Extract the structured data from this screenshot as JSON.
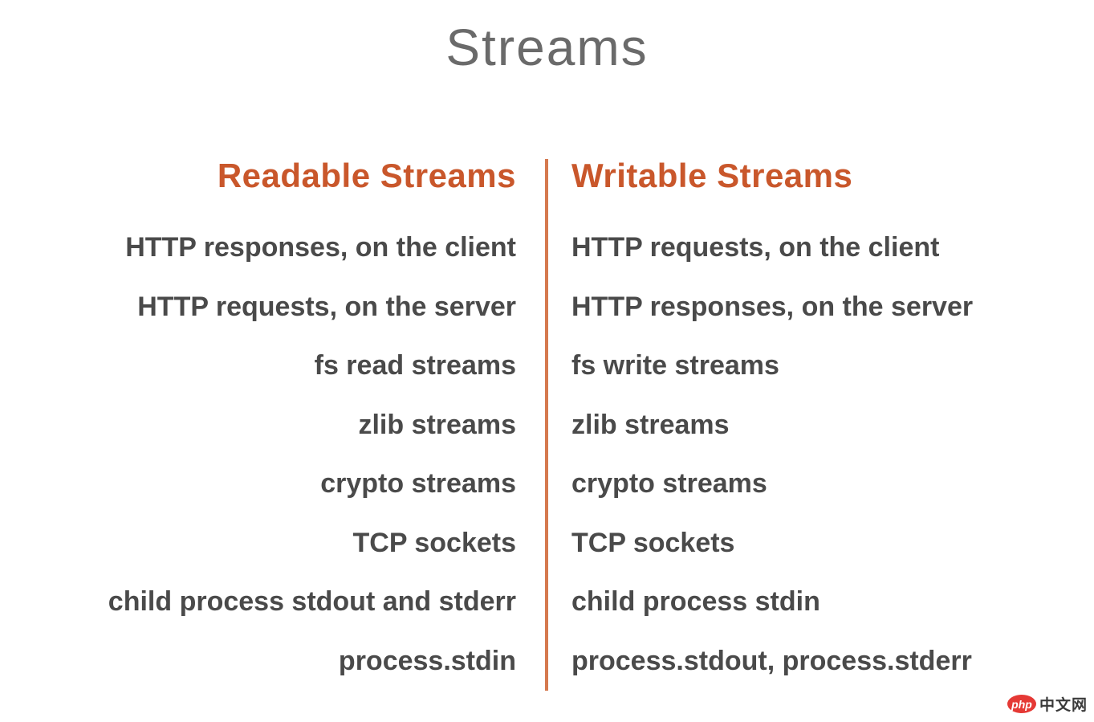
{
  "title": "Streams",
  "colors": {
    "header-color": "#c9572b",
    "divider-color": "#d5794f",
    "title-color": "#6a6a6a",
    "item-color": "#4a4a4a",
    "badge-color": "#e53935"
  },
  "columns": [
    {
      "header": "Readable Streams",
      "items": [
        "HTTP responses, on the client",
        "HTTP requests, on the server",
        "fs read streams",
        "zlib streams",
        "crypto streams",
        "TCP sockets",
        "child process stdout and stderr",
        "process.stdin"
      ]
    },
    {
      "header": "Writable Streams",
      "items": [
        "HTTP requests, on the client",
        "HTTP responses, on the server",
        "fs write streams",
        "zlib streams",
        "crypto streams",
        "TCP sockets",
        "child process stdin",
        "process.stdout, process.stderr"
      ]
    }
  ],
  "watermark": {
    "badge": "php",
    "text": "中文网"
  }
}
